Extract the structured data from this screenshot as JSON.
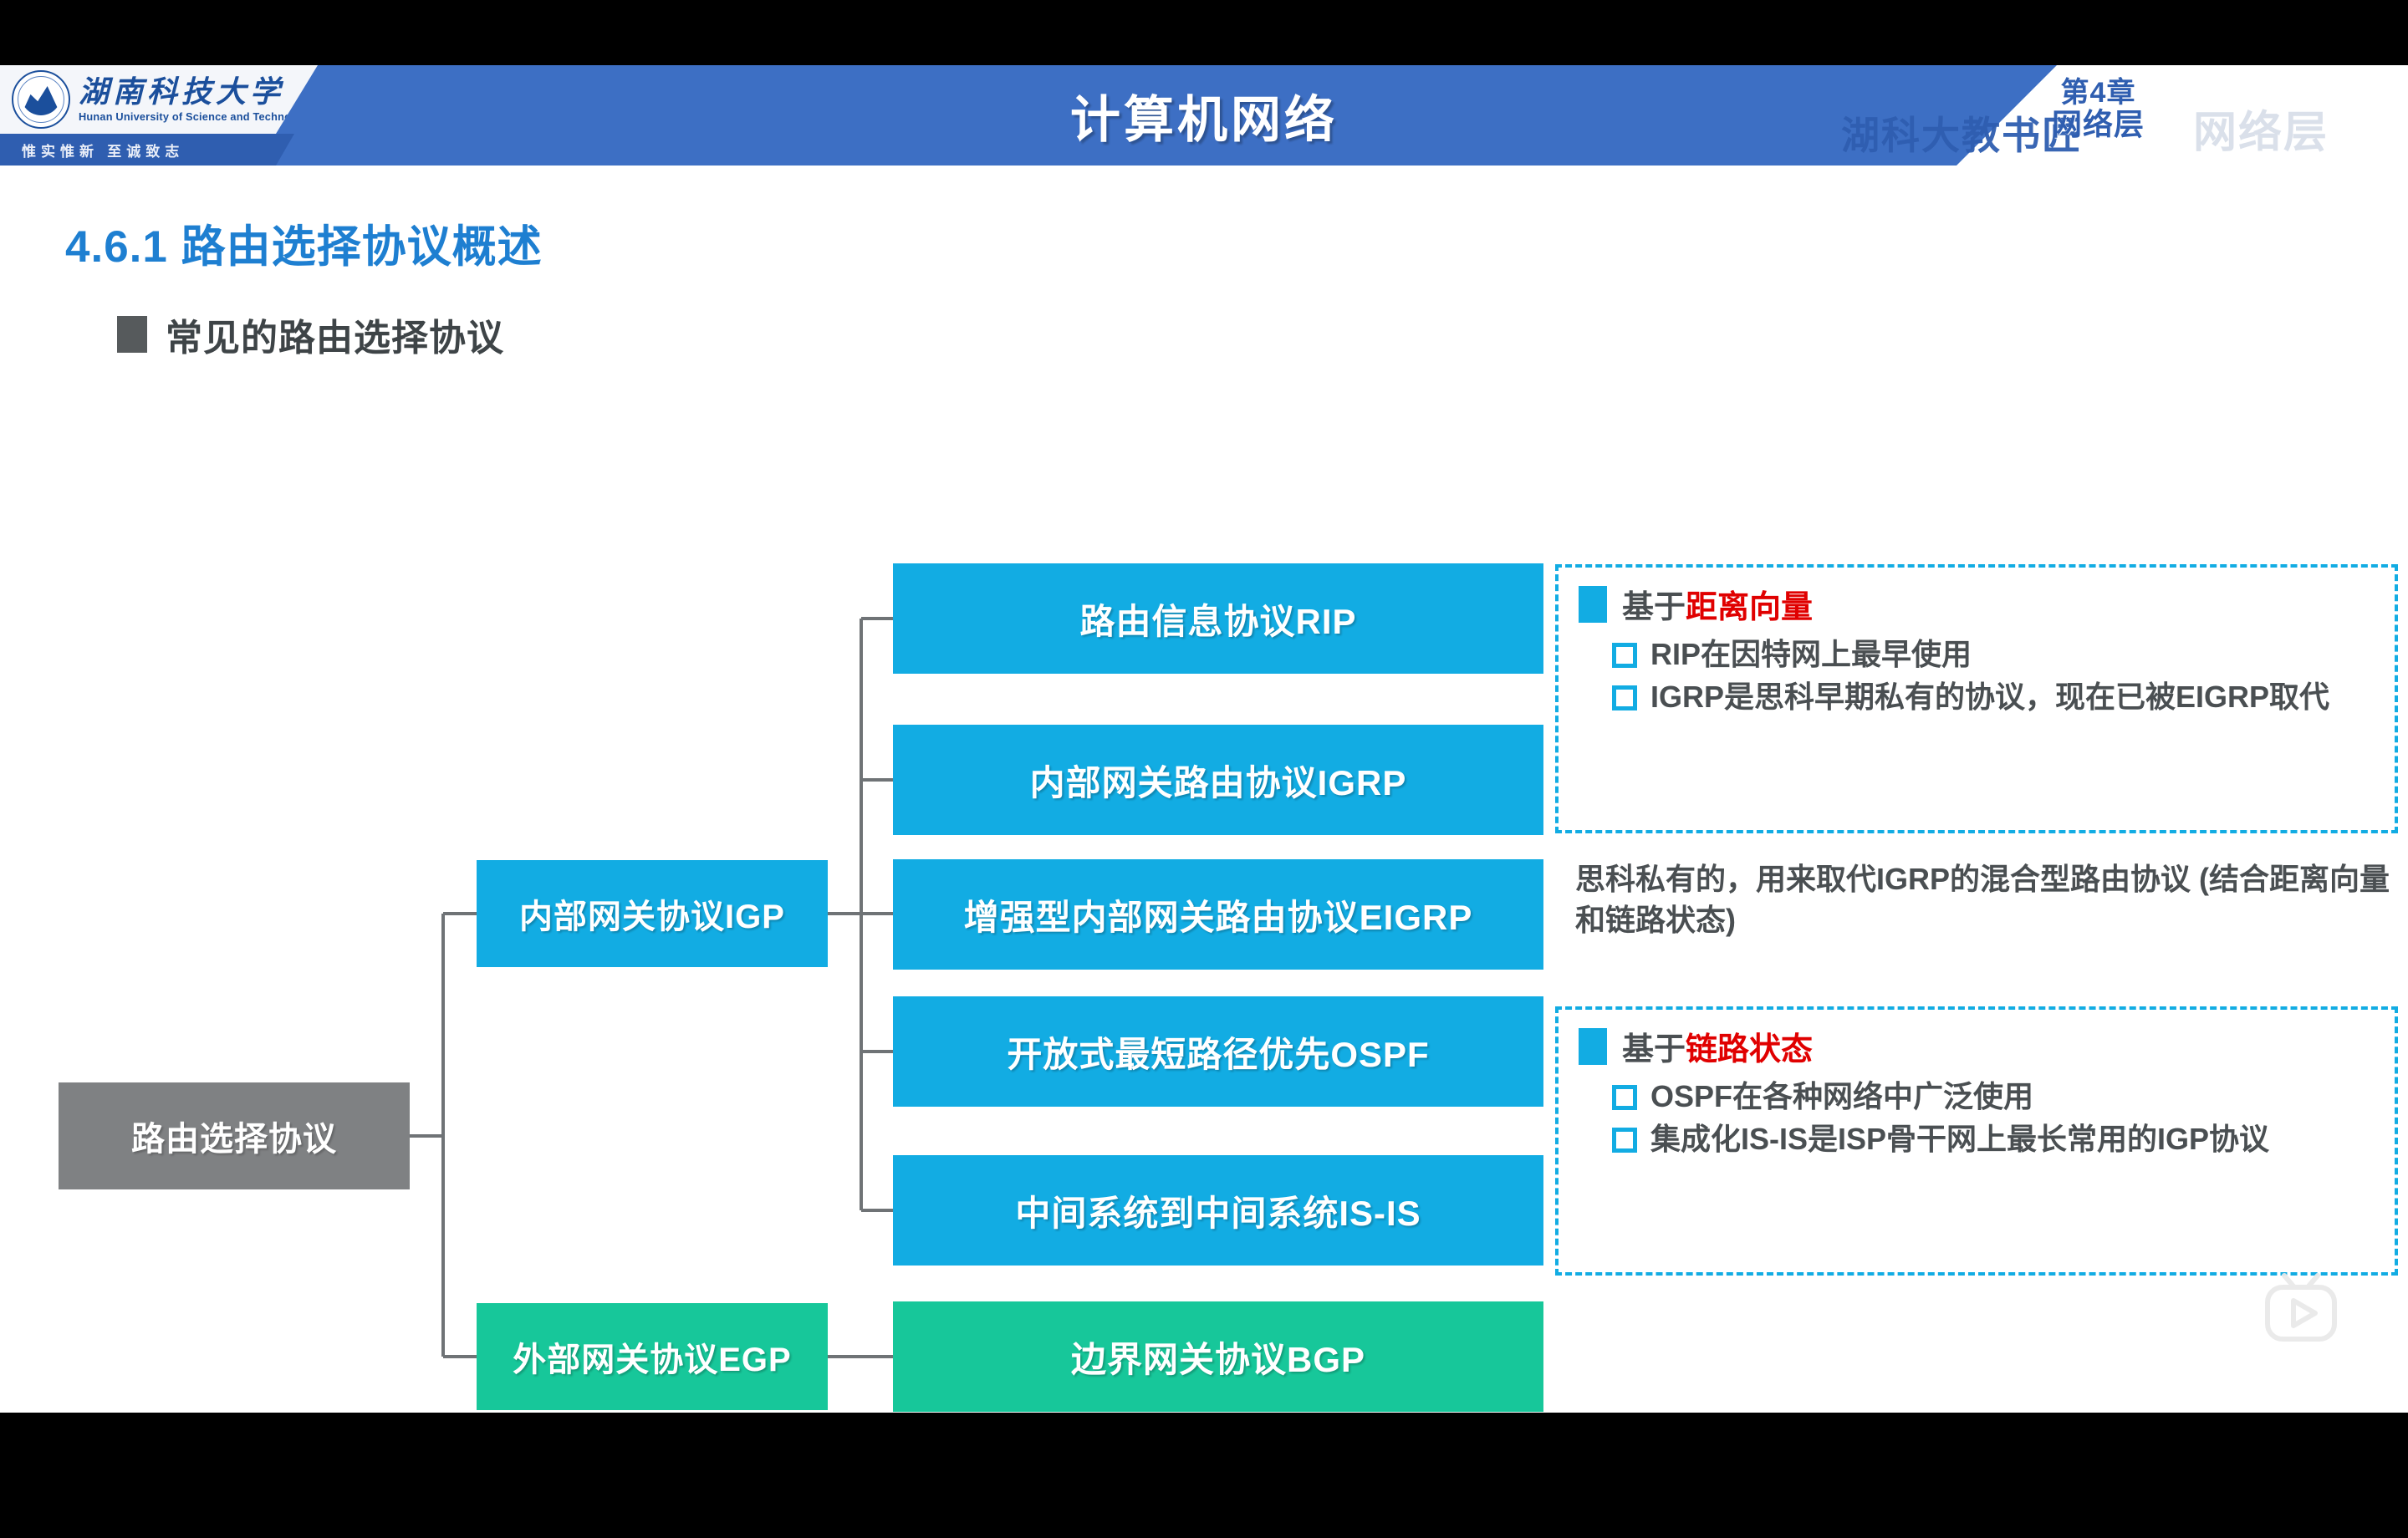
{
  "header": {
    "title": "计算机网络",
    "university_cn": "湖南科技大学",
    "university_en": "Hunan University of Science and Technology",
    "motto": "惟实惟新    至诚致志",
    "chapter_number": "第4章",
    "chapter_name": "网络层",
    "brand_watermark": "湖科大教书匠",
    "brand_ghost": "网络层",
    "bg_color": "#3d6fc4",
    "accent_color": "#2f5eb0"
  },
  "slide": {
    "section_title": "4.6.1 路由选择协议概述",
    "subsection_title": "常见的路由选择协议",
    "section_color": "#1e7fd1"
  },
  "diagram": {
    "root": {
      "label": "路由选择协议",
      "color": "#7f8183"
    },
    "categories": [
      {
        "label": "内部网关协议IGP",
        "color": "#12ace3"
      },
      {
        "label": "外部网关协议EGP",
        "color": "#17c79a"
      }
    ],
    "protocols": [
      {
        "label": "路由信息协议RIP",
        "color": "#12ace3",
        "parent": "内部网关协议IGP"
      },
      {
        "label": "内部网关路由协议IGRP",
        "color": "#12ace3",
        "parent": "内部网关协议IGP"
      },
      {
        "label": "增强型内部网关路由协议EIGRP",
        "color": "#12ace3",
        "parent": "内部网关协议IGP"
      },
      {
        "label": "开放式最短路径优先OSPF",
        "color": "#12ace3",
        "parent": "内部网关协议IGP"
      },
      {
        "label": "中间系统到中间系统IS-IS",
        "color": "#12ace3",
        "parent": "内部网关协议IGP"
      },
      {
        "label": "边界网关协议BGP",
        "color": "#17c79a",
        "parent": "外部网关协议EGP"
      }
    ]
  },
  "annotations": {
    "distance_vector": {
      "head_prefix": "基于",
      "head_highlight": "距离向量",
      "items": [
        "RIP在因特网上最早使用",
        "IGRP是思科早期私有的协议，现在已被EIGRP取代"
      ]
    },
    "eigrp_note": "思科私有的，用来取代IGRP的混合型路由协议 (结合距离向量和链路状态)",
    "link_state": {
      "head_prefix": "基于",
      "head_highlight": "链路状态",
      "items": [
        "OSPF在各种网络中广泛使用",
        "集成化IS-IS是ISP骨干网上最长常用的IGP协议"
      ]
    },
    "border_color": "#12ace3",
    "highlight_color": "#e00000"
  },
  "watermark": {
    "icon": "bilibili-tv-play-icon"
  }
}
